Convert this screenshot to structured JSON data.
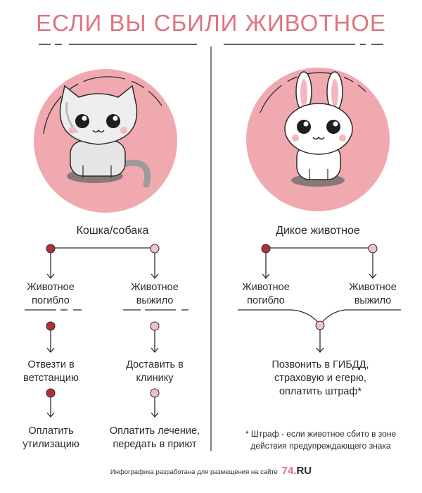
{
  "title": "ЕСЛИ ВЫ СБИЛИ ЖИВОТНОЕ",
  "colors": {
    "accent": "#e0737f",
    "circle": "#f1a9b0",
    "dark_dot": "#b0303a",
    "light_dot": "#f2c2c6",
    "line": "#2b2b2b"
  },
  "left": {
    "heading": "Кошка/собака",
    "dead": {
      "label": "Животное погибло",
      "step1": "Отвезти в ветстанцию",
      "step2": "Оплатить утилизацию"
    },
    "alive": {
      "label": "Животное выжило",
      "step1": "Доставить в клинику",
      "step2": "Оплатить лечение, передать в приют"
    }
  },
  "right": {
    "heading": "Дикое животное",
    "dead": {
      "label": "Животное погибло"
    },
    "alive": {
      "label": "Животное выжило"
    },
    "action": "Позвонить в ГИБДД, страховую и егерю, оплатить штраф*",
    "footnote": "* Штраф - если животное сбито в зоне действия предупреждающего знака"
  },
  "footer": {
    "text": "Инфографика разработана для размещения на сайте",
    "brand_num": "74",
    "brand_dot": ".",
    "brand_ru": "RU"
  },
  "icons": [
    "cat-icon",
    "rabbit-icon"
  ]
}
